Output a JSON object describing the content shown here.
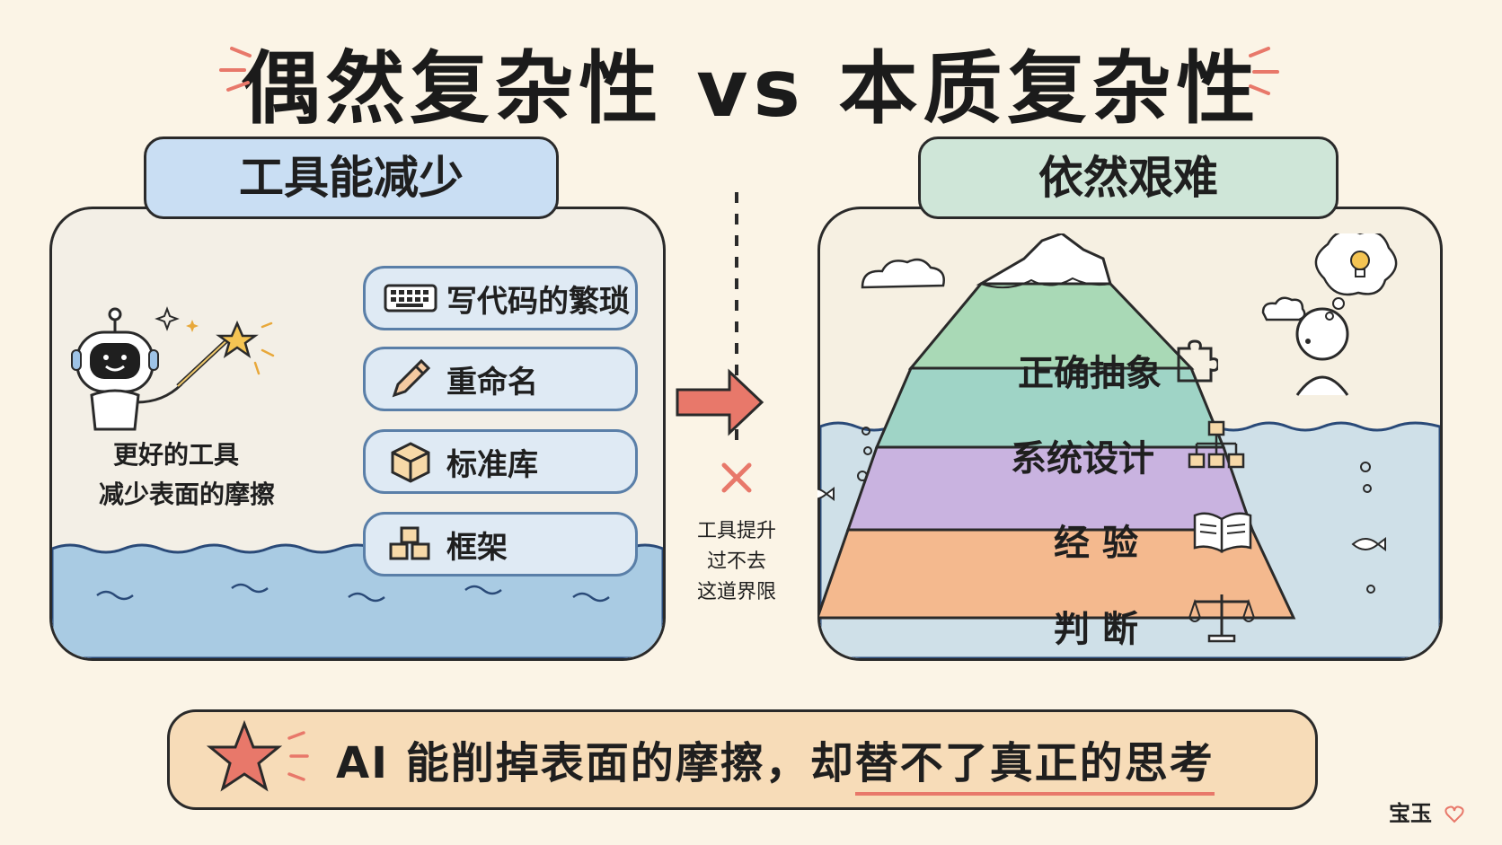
{
  "title": "偶然复杂性 vs 本质复杂性",
  "left": {
    "header": "工具能减少",
    "caption_line1": "更好的工具",
    "caption_line2": "减少表面的摩擦",
    "tools": [
      {
        "label": "写代码的繁琐",
        "icon": "keyboard-icon"
      },
      {
        "label": "重命名",
        "icon": "pencil-icon"
      },
      {
        "label": "标准库",
        "icon": "cube-icon"
      },
      {
        "label": "框架",
        "icon": "blocks-icon"
      }
    ]
  },
  "divider": {
    "line1": "工具提升",
    "line2": "过不去",
    "line3": "这道界限"
  },
  "right": {
    "header": "依然艰难",
    "layers": [
      {
        "label": "正确抽象",
        "icon": "puzzle-icon",
        "color": "#a9d9b6"
      },
      {
        "label": "系统设计",
        "icon": "hierarchy-icon",
        "color": "#9fd4c6"
      },
      {
        "label": "经 验",
        "icon": "book-icon",
        "color": "#c9b3e0"
      },
      {
        "label": "判 断",
        "icon": "scale-icon",
        "color": "#f4b98e"
      }
    ]
  },
  "bottom": {
    "text_before": "AI 能削掉表面的摩擦，却",
    "text_emphasis": "替不了真正的思考"
  },
  "signature": "宝玉",
  "colors": {
    "background": "#fbf4e6",
    "left_header": "#c9def3",
    "right_header": "#cfe6d8",
    "arrow": "#e8786a",
    "water": "#a9cbe3",
    "banner": "#f7dcb8"
  }
}
